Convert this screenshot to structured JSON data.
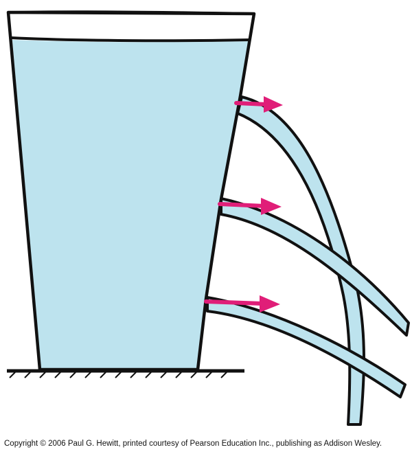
{
  "credit_line": "Copyright © 2006 Paul G. Hewitt, printed courtesy of Pearson Education Inc., publishing as Addison Wesley.",
  "colors": {
    "water": "#bde3ee",
    "outline": "#111111",
    "arrow": "#e01e78",
    "background": "#ffffff"
  },
  "icons": [
    "water-cup-illustration",
    "velocity-arrow-icon",
    "water-jet"
  ]
}
